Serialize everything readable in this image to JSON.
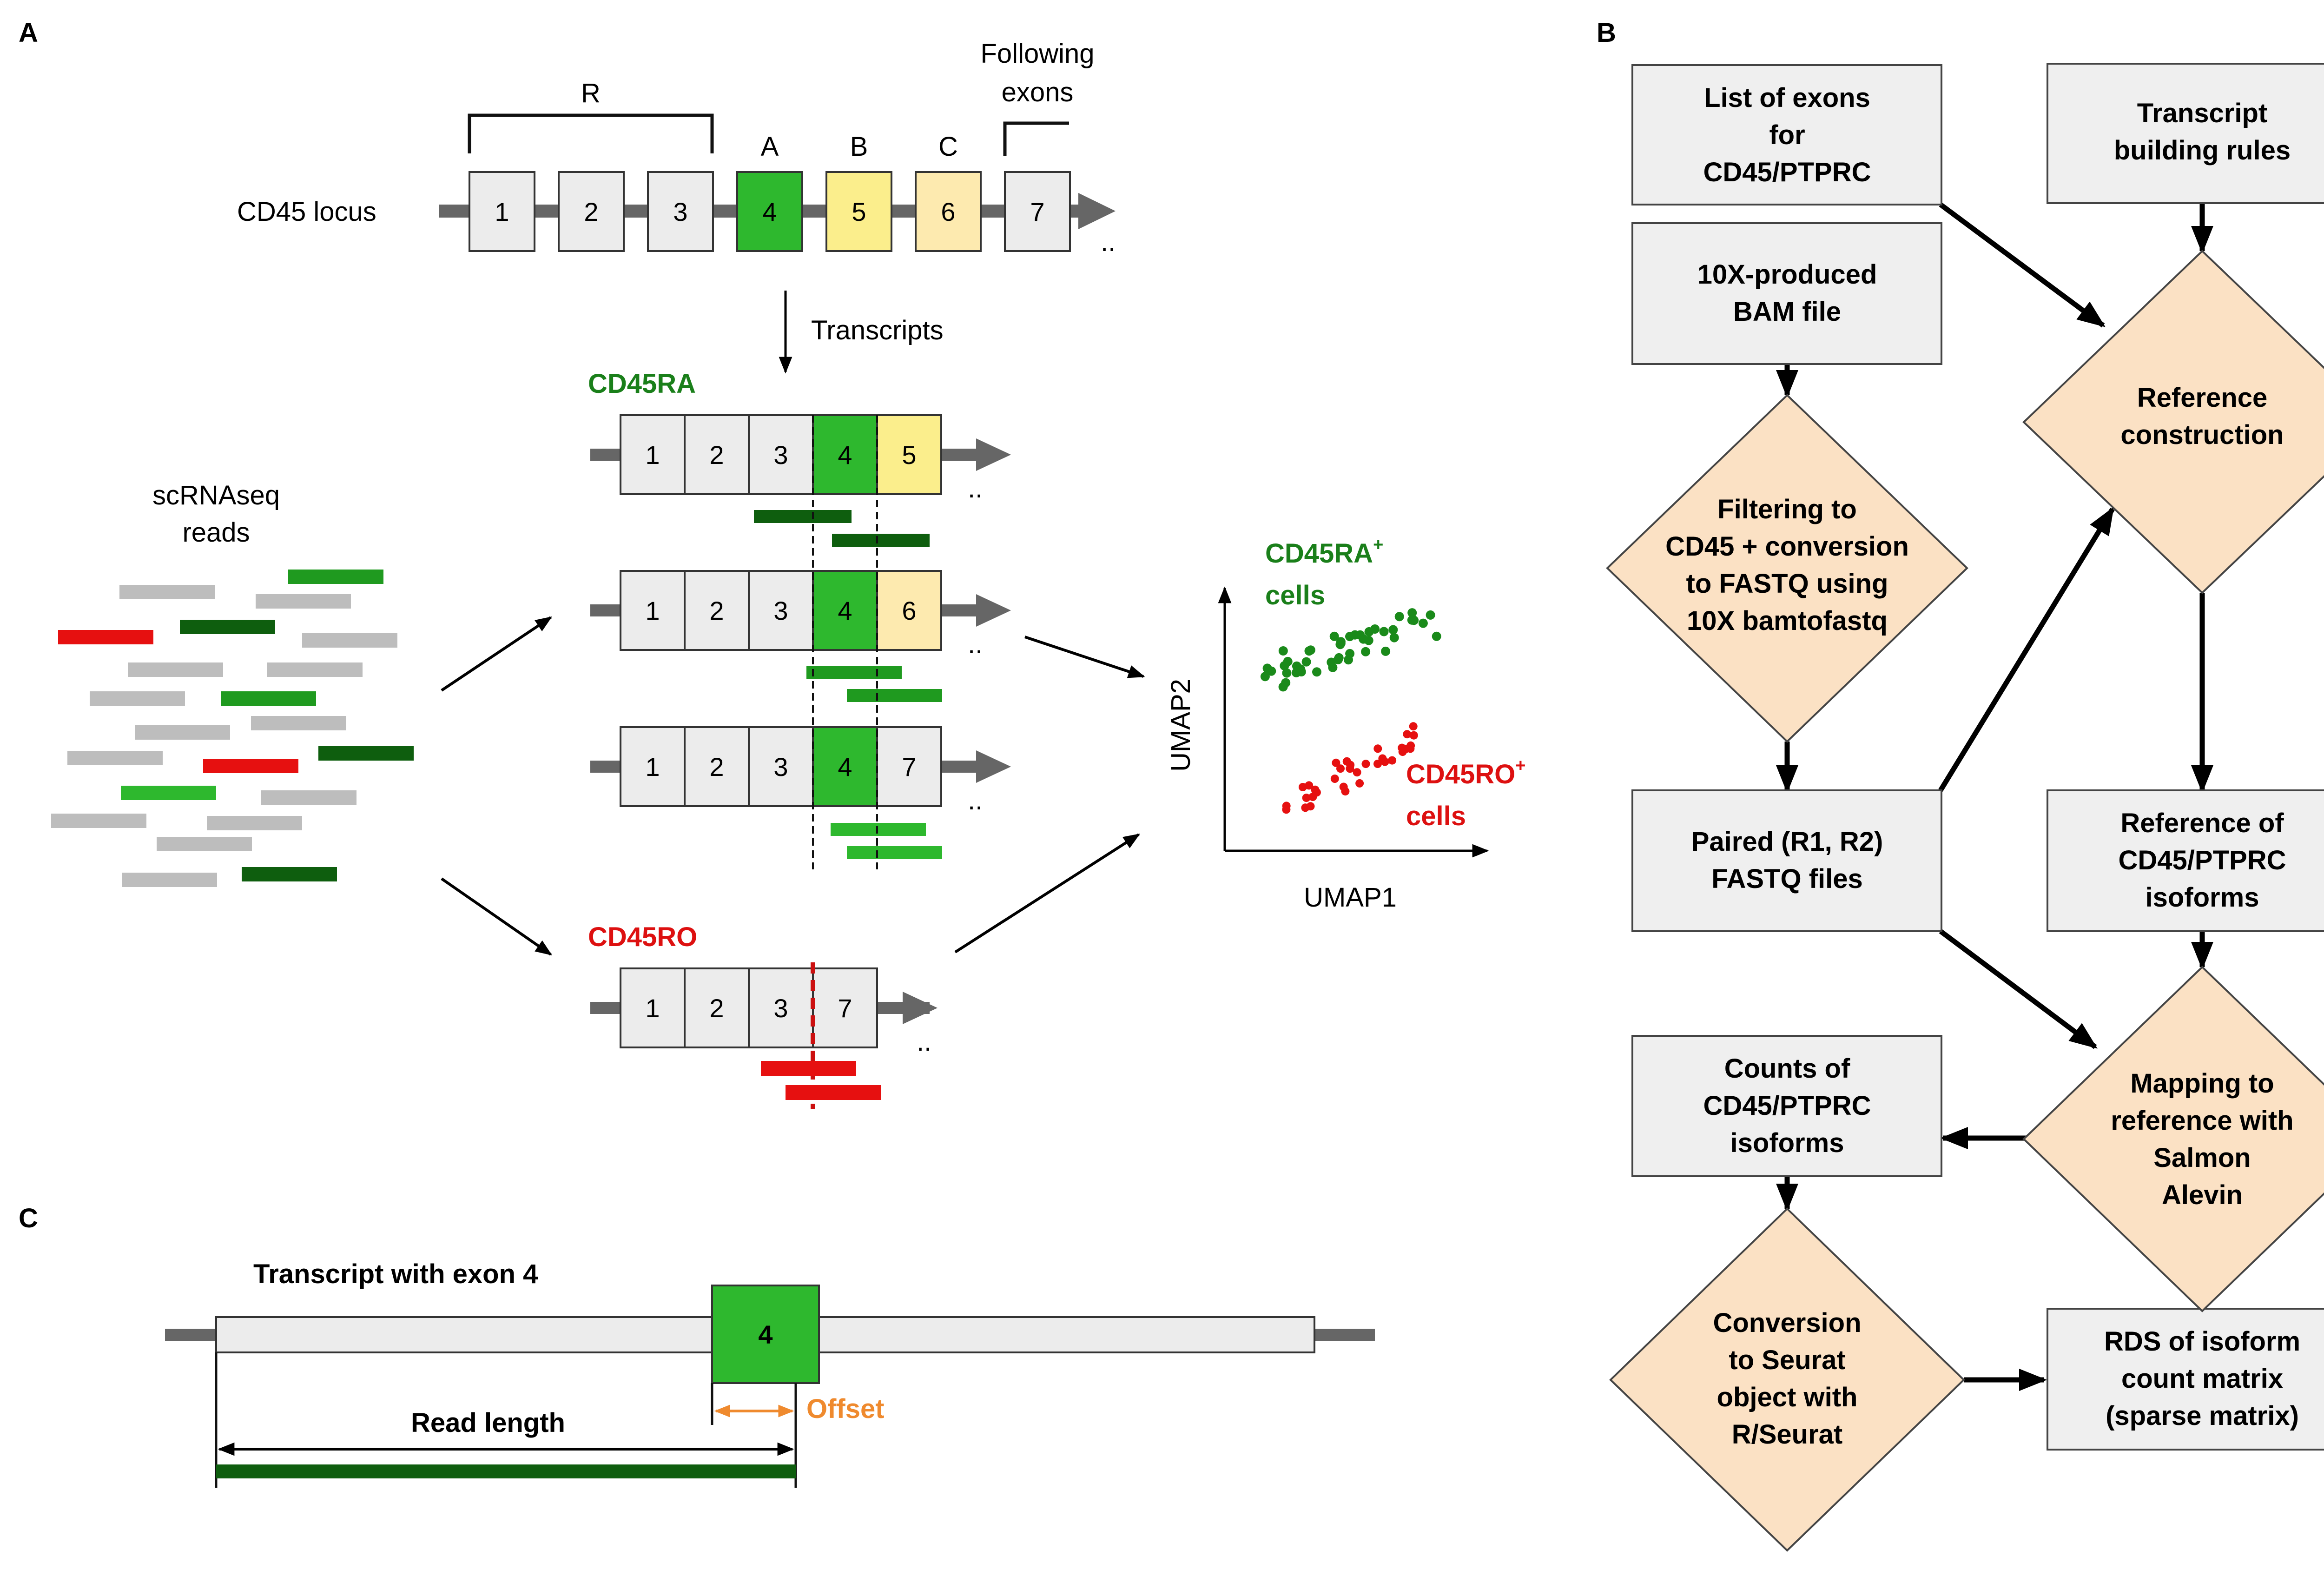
{
  "panels": {
    "a": {
      "letter": "A"
    },
    "b": {
      "letter": "B"
    },
    "c": {
      "letter": "C"
    }
  },
  "locus": {
    "name": "CD45 locus",
    "bracket_r": "R",
    "following_line1": "Following",
    "following_line2": "exons",
    "letters": [
      "A",
      "B",
      "C"
    ],
    "exons": [
      "1",
      "2",
      "3",
      "4",
      "5",
      "6",
      "7"
    ],
    "ellipsis": ".."
  },
  "transcripts_label": "Transcripts",
  "isoforms": {
    "ra_title": "CD45RA",
    "ro_title": "CD45RO",
    "ra_a": [
      "1",
      "2",
      "3",
      "4",
      "5"
    ],
    "ra_b": [
      "1",
      "2",
      "3",
      "4",
      "6"
    ],
    "ra_c": [
      "1",
      "2",
      "3",
      "4",
      "7"
    ],
    "ro": [
      "1",
      "2",
      "3",
      "7"
    ],
    "ellipsis": ".."
  },
  "reads": {
    "line1": "scRNAseq",
    "line2": "reads"
  },
  "umap": {
    "xlabel": "UMAP1",
    "ylabel": "UMAP2",
    "ra_label": "CD45RA",
    "ra_sup": "+",
    "ra_cells": "cells",
    "ro_label": "CD45RO",
    "ro_sup": "+",
    "ro_cells": "cells"
  },
  "panel_c": {
    "title": "Transcript with exon 4",
    "exon": "4",
    "offset": "Offset",
    "read_length": "Read length"
  },
  "flowchart": {
    "list_exons": [
      "List of exons",
      "for",
      "CD45/PTPRC"
    ],
    "rules": [
      "Transcript",
      "building rules"
    ],
    "bam": [
      "10X-produced",
      "BAM file"
    ],
    "filtering": [
      "Filtering to",
      "CD45 + conversion",
      "to FASTQ using",
      "10X bamtofastq"
    ],
    "ref_construction": [
      "Reference",
      "construction"
    ],
    "fastq": [
      "Paired (R1, R2)",
      "FASTQ files"
    ],
    "ref_isoforms": [
      "Reference of",
      "CD45/PTPRC",
      "isoforms"
    ],
    "counts": [
      "Counts of",
      "CD45/PTPRC",
      "isoforms"
    ],
    "mapping": [
      "Mapping to",
      "reference with",
      "Salmon",
      "Alevin"
    ],
    "conversion": [
      "Conversion",
      "to Seurat",
      "object with",
      "R/Seurat"
    ],
    "rds": [
      "RDS of isoform",
      "count matrix",
      "(sparse matrix)"
    ]
  },
  "colors": {
    "exon_gray": "#ececec",
    "exon4_green": "#2eb82e",
    "exon5_yellow": "#fbee8c",
    "exon6_cream": "#fdeaaf",
    "dark_green": "#0e5e0e",
    "mid_green": "#1f9a1f",
    "red": "#e61010",
    "gray_read": "#bdbdbd",
    "box_gray": "#efefef",
    "diamond_tan": "#fbe1c4",
    "offset_orange": "#ef8a2e",
    "ra_text": "#1a7f1a",
    "ro_text": "#dd1010"
  }
}
